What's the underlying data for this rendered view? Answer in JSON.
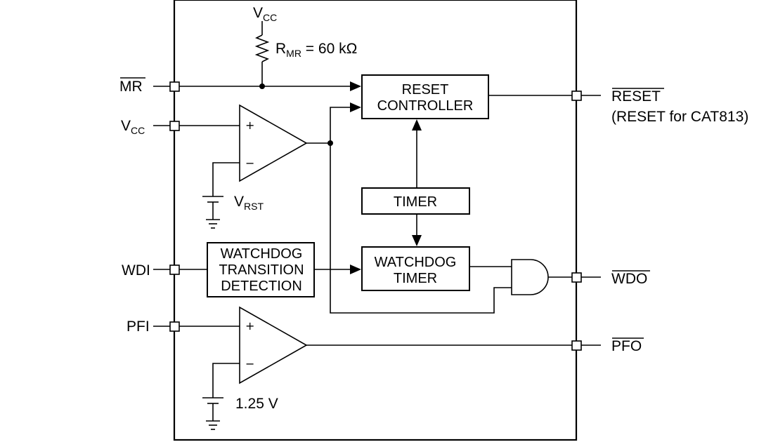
{
  "pins": {
    "left": {
      "mr": "MR",
      "vcc_main": "V",
      "vcc_sub": "CC",
      "wdi": "WDI",
      "pfi": "PFI"
    },
    "right": {
      "reset": "RESET",
      "reset_note": "(RESET for CAT813)",
      "wdo": "WDO",
      "pfo": "PFO"
    }
  },
  "supply": {
    "vcc_main": "V",
    "vcc_sub": "CC",
    "resistor_main": "R",
    "resistor_sub": "MR",
    "resistor_value": " = 60 kΩ"
  },
  "comparators": {
    "reset": {
      "plus": "+",
      "minus": "−",
      "ref_main": "V",
      "ref_sub": "RST"
    },
    "pfi": {
      "plus": "+",
      "minus": "−",
      "ref": "1.25 V"
    }
  },
  "blocks": {
    "reset_controller": [
      "RESET",
      "CONTROLLER"
    ],
    "timer": "TIMER",
    "watchdog_timer": [
      "WATCHDOG",
      "TIMER"
    ],
    "watchdog_transition": [
      "WATCHDOG",
      "TRANSITION",
      "DETECTION"
    ]
  }
}
